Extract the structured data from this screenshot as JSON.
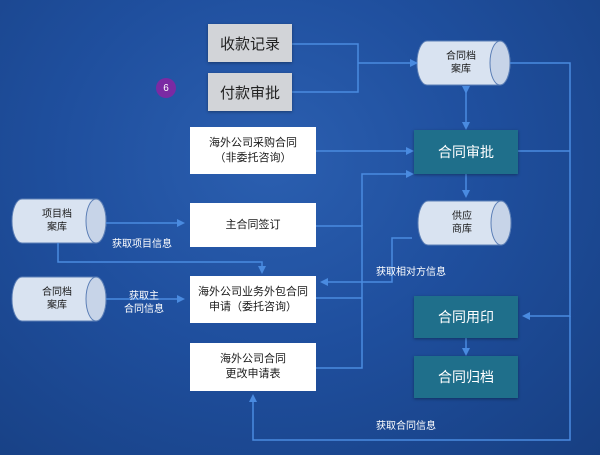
{
  "badge": "6",
  "nodes": {
    "receipt_record": "收款记录",
    "payment_approval": "付款审批",
    "contract_archive_top": "合同档\n案库",
    "overseas_purchase": "海外公司采购合同\n（非委托咨询）",
    "contract_approval": "合同审批",
    "project_archive": "项目档\n案库",
    "main_contract_signing": "主合同签订",
    "supplier_db": "供应\n商库",
    "contract_archive_left": "合同档\n案库",
    "outsourcing_application": "海外公司业务外包合同\n申请（委托咨询）",
    "contract_seal": "合同用印",
    "contract_change": "海外公司合同\n更改申请表",
    "contract_filing": "合同归档"
  },
  "edge_labels": {
    "get_project_info": "获取项目信息",
    "get_main_contract_info": "获取主\n合同信息",
    "get_counterparty_info": "获取相对方信息",
    "get_contract_info": "获取合同信息"
  },
  "colors": {
    "background": "#1f4f9e",
    "grey_box": "#d2d4d8",
    "teal_box": "#1f6f8b",
    "cylinder": "#d9e3f1",
    "arrow": "#4a8be0",
    "badge": "#7b2aa3"
  }
}
